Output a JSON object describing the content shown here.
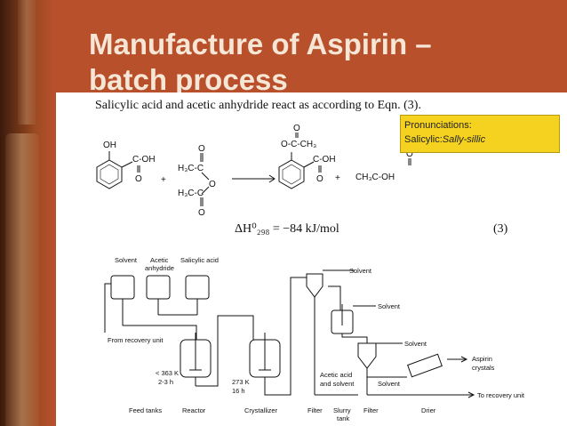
{
  "slide": {
    "title_line1": "Manufacture of Aspirin –",
    "title_line2": "batch process"
  },
  "document": {
    "intro_sentence": "Salicylic acid and acetic anhydride react as according to Eqn. (3).",
    "enthalpy_text": "ΔH⁰₂₉₈ = −84 kJ/mol",
    "equation_number": "(3)"
  },
  "pronunciation_note": {
    "heading": "Pronunciations:",
    "prefix": "Salicylic:",
    "italic": "Sally-sillic"
  },
  "chemistry": {
    "oh_label": "OH",
    "cooh_label": "C-OH",
    "o_label": "O",
    "h3c_label": "H₃C-C",
    "acetyl_label": "O-C-CH₃",
    "plus": "+",
    "acetic_acid": "CH₃C-OH"
  },
  "flow": {
    "solvent_top": "Solvent",
    "acetic_anhydride_1": "Acetic",
    "acetic_anhydride_2": "anhydride",
    "salicylic_acid": "Salicylic acid",
    "from_recovery": "From recovery unit",
    "reactor_cond_1": "< 363 K",
    "reactor_cond_2": "2-3 h",
    "cryst_cond_1": "273 K",
    "cryst_cond_2": "16 h",
    "solvent_filter": "Solvent",
    "solvent_slurry": "Solvent",
    "solvent_filter2": "Solvent",
    "solvent_drier": "Solvent",
    "acetic_solvent_1": "Acetic acid",
    "acetic_solvent_2": "and solvent",
    "aspirin_1": "Aspirin",
    "aspirin_2": "crystals",
    "to_recovery": "To recovery unit",
    "label_feed_tanks": "Feed tanks",
    "label_reactor": "Reactor",
    "label_crystallizer": "Crystallizer",
    "label_filter": "Filter",
    "label_slurry_1": "Slurry",
    "label_slurry_2": "tank",
    "label_filter2": "Filter",
    "label_drier": "Drier"
  }
}
